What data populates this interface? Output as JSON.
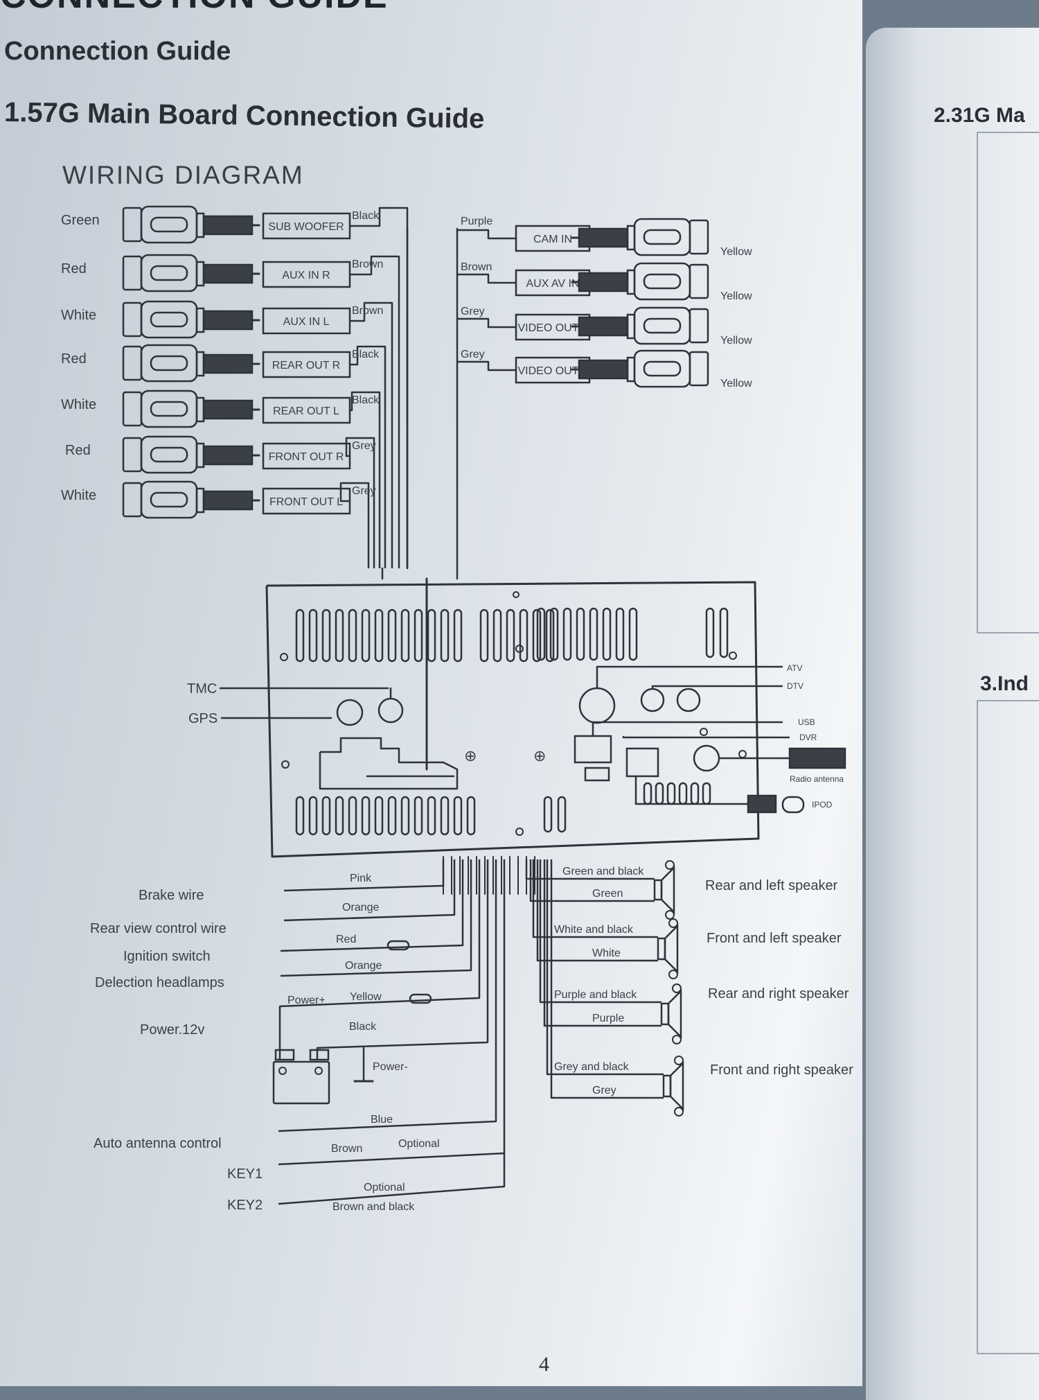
{
  "page": {
    "top_heading": "CONNECTION GUIDE",
    "title": "Connection Guide",
    "subtitle": "1.57G Main Board Connection Guide",
    "diagram_title": "WIRING DIAGRAM",
    "page_number": "4"
  },
  "right_page": {
    "heading1": "2.31G Ma",
    "heading2": "3.Ind"
  },
  "rca_left": [
    {
      "plug_color": "Green",
      "label": "SUB WOOFER",
      "wire": "Black"
    },
    {
      "plug_color": "Red",
      "label": "AUX IN R",
      "wire": "Brown"
    },
    {
      "plug_color": "White",
      "label": "AUX IN L",
      "wire": "Brown"
    },
    {
      "plug_color": "Red",
      "label": "REAR OUT R",
      "wire": "Black"
    },
    {
      "plug_color": "White",
      "label": "REAR OUT L",
      "wire": "Black"
    },
    {
      "plug_color": "Red",
      "label": "FRONT OUT R",
      "wire": "Grey"
    },
    {
      "plug_color": "White",
      "label": "FRONT OUT L",
      "wire": "Grey"
    }
  ],
  "rca_right": [
    {
      "wire": "Purple",
      "label": "CAM IN",
      "plug_color": "Yellow"
    },
    {
      "wire": "Brown",
      "label": "AUX AV IN",
      "plug_color": "Yellow"
    },
    {
      "wire": "Grey",
      "label": "VIDEO OUT 1",
      "plug_color": "Yellow"
    },
    {
      "wire": "Grey",
      "label": "VIDEO OUT 2",
      "plug_color": "Yellow"
    }
  ],
  "board_left": [
    "TMC",
    "GPS"
  ],
  "board_right": [
    "ATV",
    "DTV",
    "USB",
    "DVR",
    "Radio antenna",
    "IPOD"
  ],
  "harness_left": [
    {
      "label": "Brake wire",
      "wire": "Pink"
    },
    {
      "label": "Rear view control wire",
      "wire": "Orange"
    },
    {
      "label": "Ignition switch",
      "wire": "Red"
    },
    {
      "label": "Delection headlamps",
      "wire": "Orange"
    },
    {
      "label": "Power.12v",
      "wire": "Yellow",
      "extra": "Power+",
      "wire2": "Black",
      "ground": "Power-"
    },
    {
      "label": "Auto antenna control",
      "wire": "Blue"
    },
    {
      "label": "KEY1",
      "wire": "Brown",
      "note": "Optional"
    },
    {
      "label": "KEY2",
      "wire": "Brown and black",
      "note": "Optional"
    }
  ],
  "speakers": [
    {
      "label": "Rear and left speaker",
      "wire_a": "Green and black",
      "wire_b": "Green"
    },
    {
      "label": "Front  and left speaker",
      "wire_a": "White and black",
      "wire_b": "White"
    },
    {
      "label": "Rear and right  speaker",
      "wire_a": "Purple and black",
      "wire_b": "Purple"
    },
    {
      "label": "Front and right speaker",
      "wire_a": "Grey and black",
      "wire_b": "Grey"
    }
  ]
}
